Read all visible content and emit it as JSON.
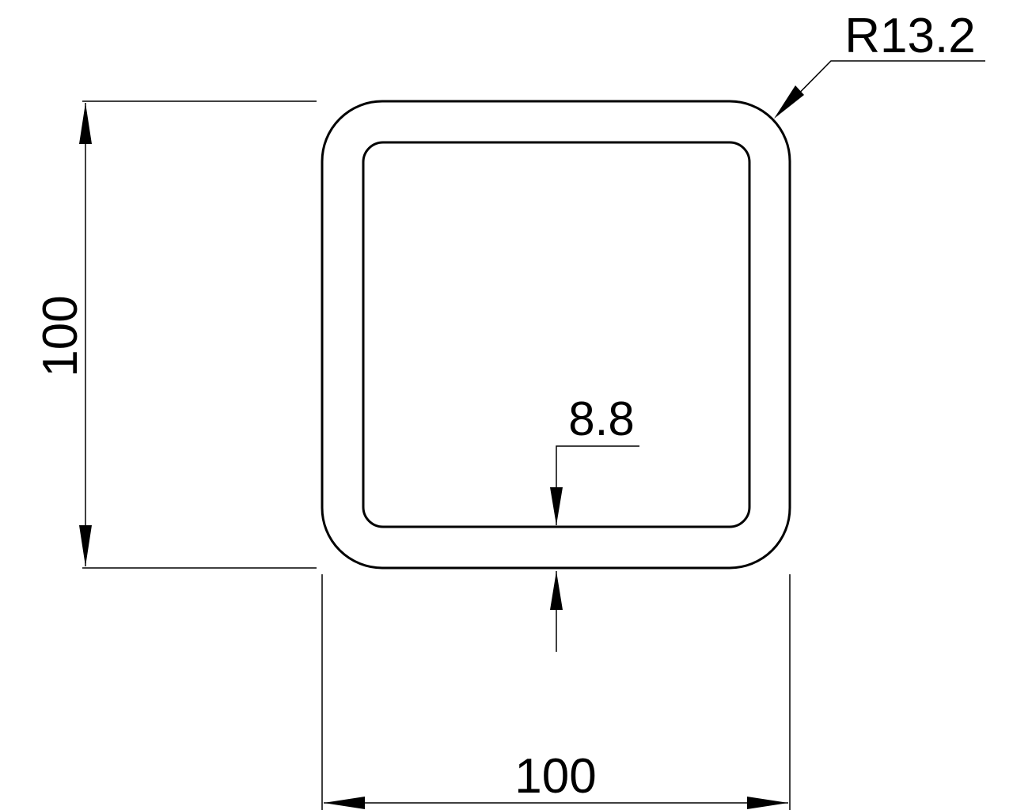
{
  "drawing": {
    "radius_label": "R13.2",
    "thickness_label": "8.8",
    "width_label": "100",
    "height_label": "100",
    "line_color": "#000000",
    "background": "#ffffff"
  }
}
